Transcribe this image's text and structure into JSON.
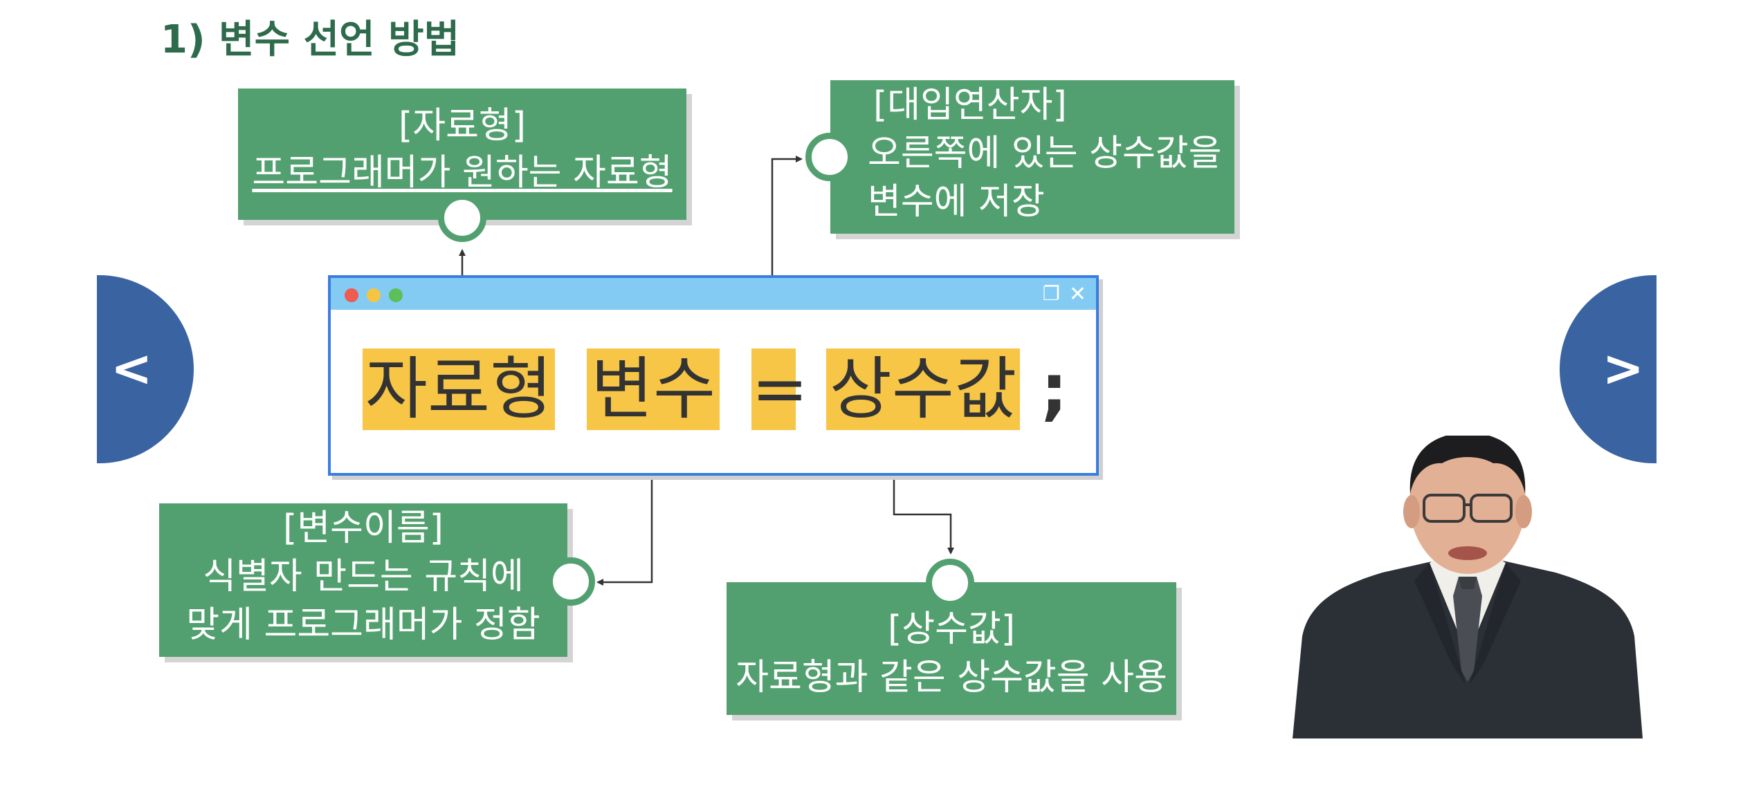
{
  "slide": {
    "title": "1) 변수 선언 방법",
    "prev_label": "<",
    "next_label": ">"
  },
  "callouts": {
    "datatype": {
      "line1": "[자료형]",
      "line2": "프로그래머가 원하는 자료형"
    },
    "assign": {
      "line1": "[대입연산자]",
      "line2": "오른쪽에 있는 상수값을",
      "line3": "변수에 저장"
    },
    "varname": {
      "line1": "[변수이름]",
      "line2": "식별자 만드는 규칙에",
      "line3": "맞게 프로그래머가 정함"
    },
    "constant": {
      "line1": "[상수값]",
      "line2": "자료형과 같은 상수값을 사용"
    }
  },
  "code": {
    "datatype": "자료형",
    "variable": "변수",
    "equals": "=",
    "constant": "상수값",
    "semicolon": ";"
  },
  "window_icons": [
    "restore-icon",
    "close-icon"
  ],
  "colors": {
    "callout_green": "#52a06f",
    "title_green": "#2e6b4c",
    "nav_blue": "#3a63a2",
    "token_yellow": "#f8c646",
    "window_titlebar": "#83cbf3"
  }
}
